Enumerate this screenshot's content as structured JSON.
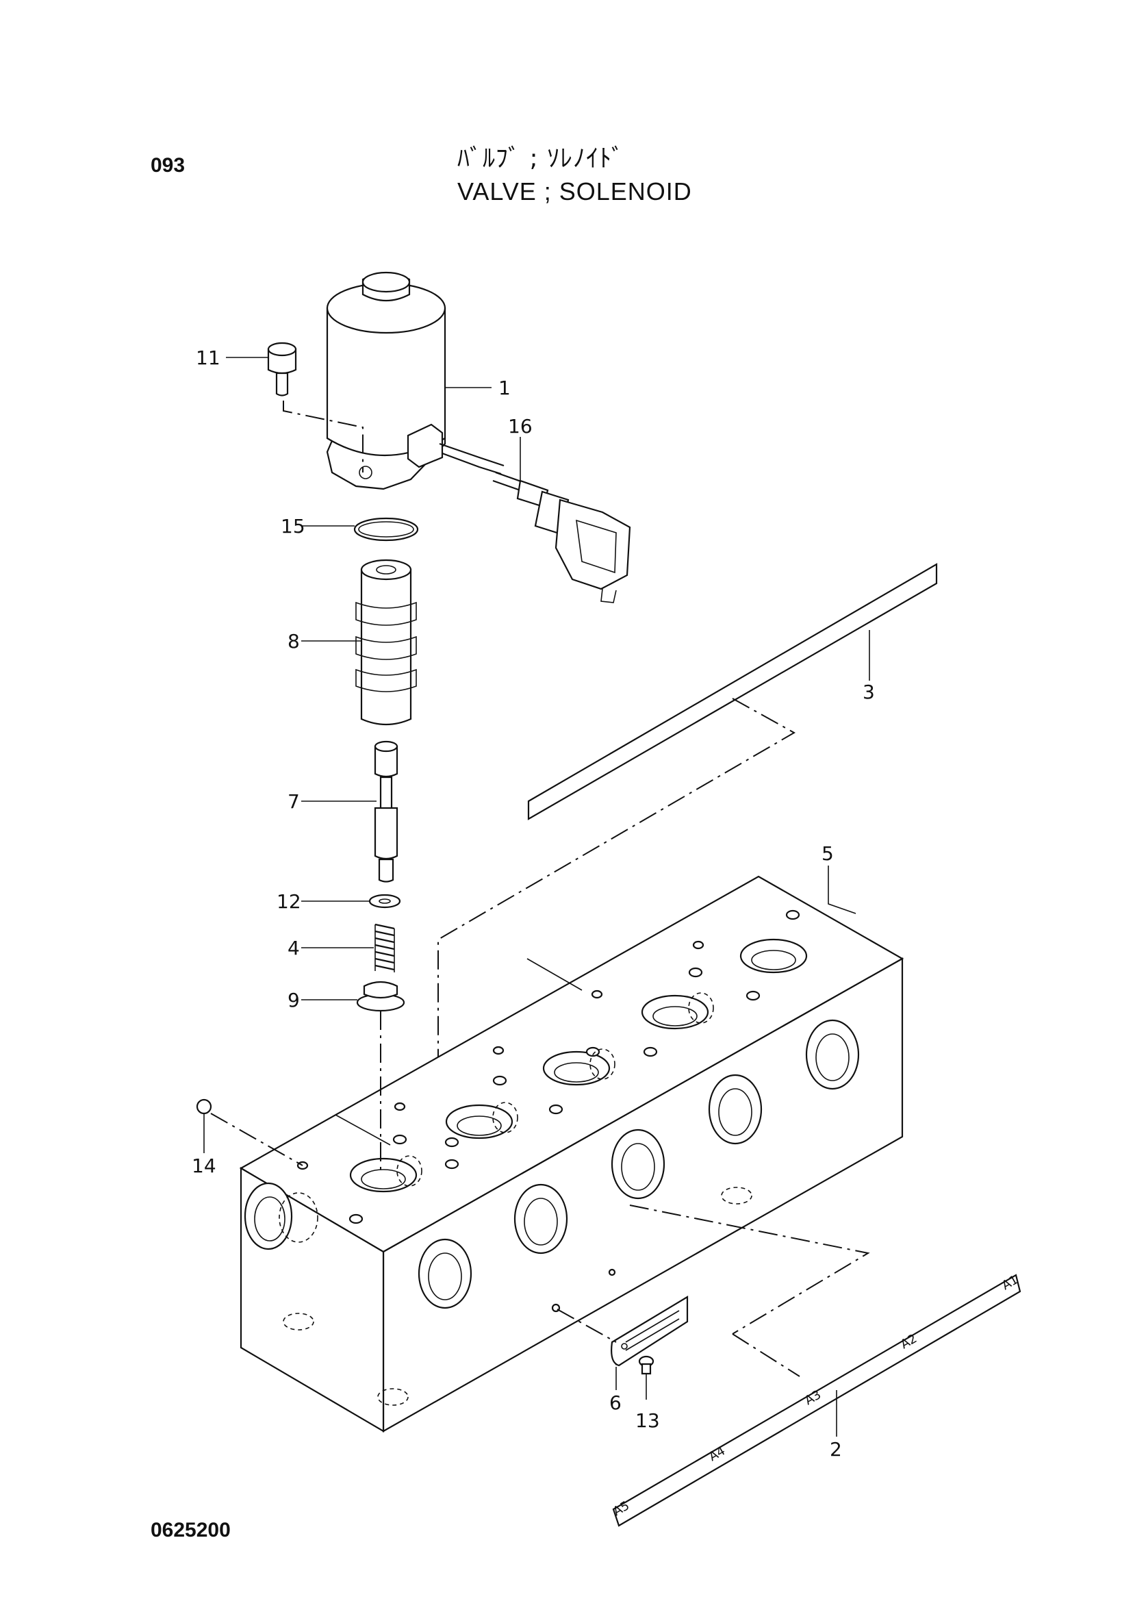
{
  "header": {
    "page_number": "093",
    "title_jp": "ﾊﾞﾙﾌﾞ ; ｿﾚﾉｲﾄﾞ",
    "title_en": "VALVE ; SOLENOID"
  },
  "footer": {
    "doc_code": "0625200"
  },
  "callouts": [
    "11",
    "1",
    "16",
    "15",
    "8",
    "3",
    "7",
    "5",
    "12",
    "4",
    "9",
    "14",
    "6",
    "13",
    "2"
  ],
  "plate_tags": [
    "A1",
    "A2",
    "A3",
    "A4",
    "A5"
  ]
}
